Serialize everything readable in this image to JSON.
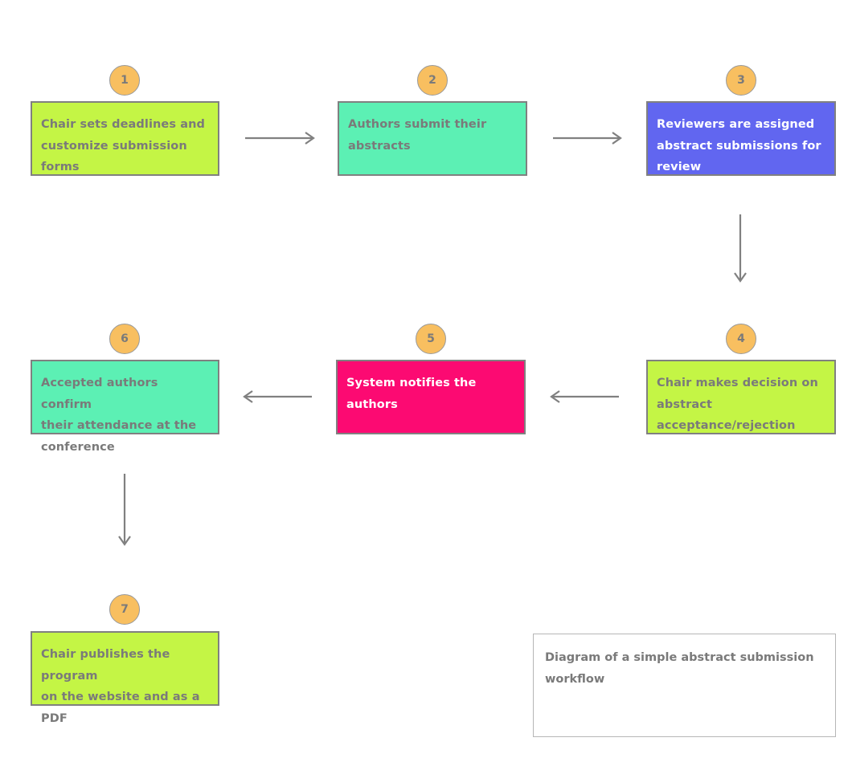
{
  "diagram": {
    "title": "Diagram of a simple abstract submission workflow",
    "background": "#ffffff",
    "border_color": "#808080",
    "badge_fill": "#f8bf60",
    "badge_text_color": "#7a7a7a",
    "text_gray": "#7a7a7a",
    "text_white": "#ffffff",
    "arrow_color": "#808080"
  },
  "nodes": [
    {
      "number": "1",
      "text": "Chair sets deadlines and\ncustomize submission forms",
      "fill": "#c4f545",
      "text_color": "#7a7a7a"
    },
    {
      "number": "2",
      "text": "Authors submit their\nabstracts",
      "fill": "#5cf0b4",
      "text_color": "#7a7a7a"
    },
    {
      "number": "3",
      "text": "Reviewers are assigned\nabstract submissions for\nreview",
      "fill": "#6166f0",
      "text_color": "#ffffff"
    },
    {
      "number": "4",
      "text": "Chair makes decision on\nabstract acceptance/rejection",
      "fill": "#c4f545",
      "text_color": "#7a7a7a"
    },
    {
      "number": "5",
      "text": "System notifies the authors",
      "fill": "#fc0a72",
      "text_color": "#ffffff"
    },
    {
      "number": "6",
      "text": "Accepted authors confirm\ntheir attendance at the\nconference",
      "fill": "#5cf0b4",
      "text_color": "#7a7a7a"
    },
    {
      "number": "7",
      "text": "Chair publishes the program\non the website and as a PDF",
      "fill": "#c4f545",
      "text_color": "#7a7a7a"
    }
  ],
  "caption": {
    "text": "Diagram of a simple abstract submission\nworkflow"
  },
  "edges": [
    {
      "from": "1",
      "to": "2",
      "direction": "right"
    },
    {
      "from": "2",
      "to": "3",
      "direction": "right"
    },
    {
      "from": "3",
      "to": "4",
      "direction": "down"
    },
    {
      "from": "4",
      "to": "5",
      "direction": "left"
    },
    {
      "from": "5",
      "to": "6",
      "direction": "left"
    },
    {
      "from": "6",
      "to": "7",
      "direction": "down"
    }
  ]
}
